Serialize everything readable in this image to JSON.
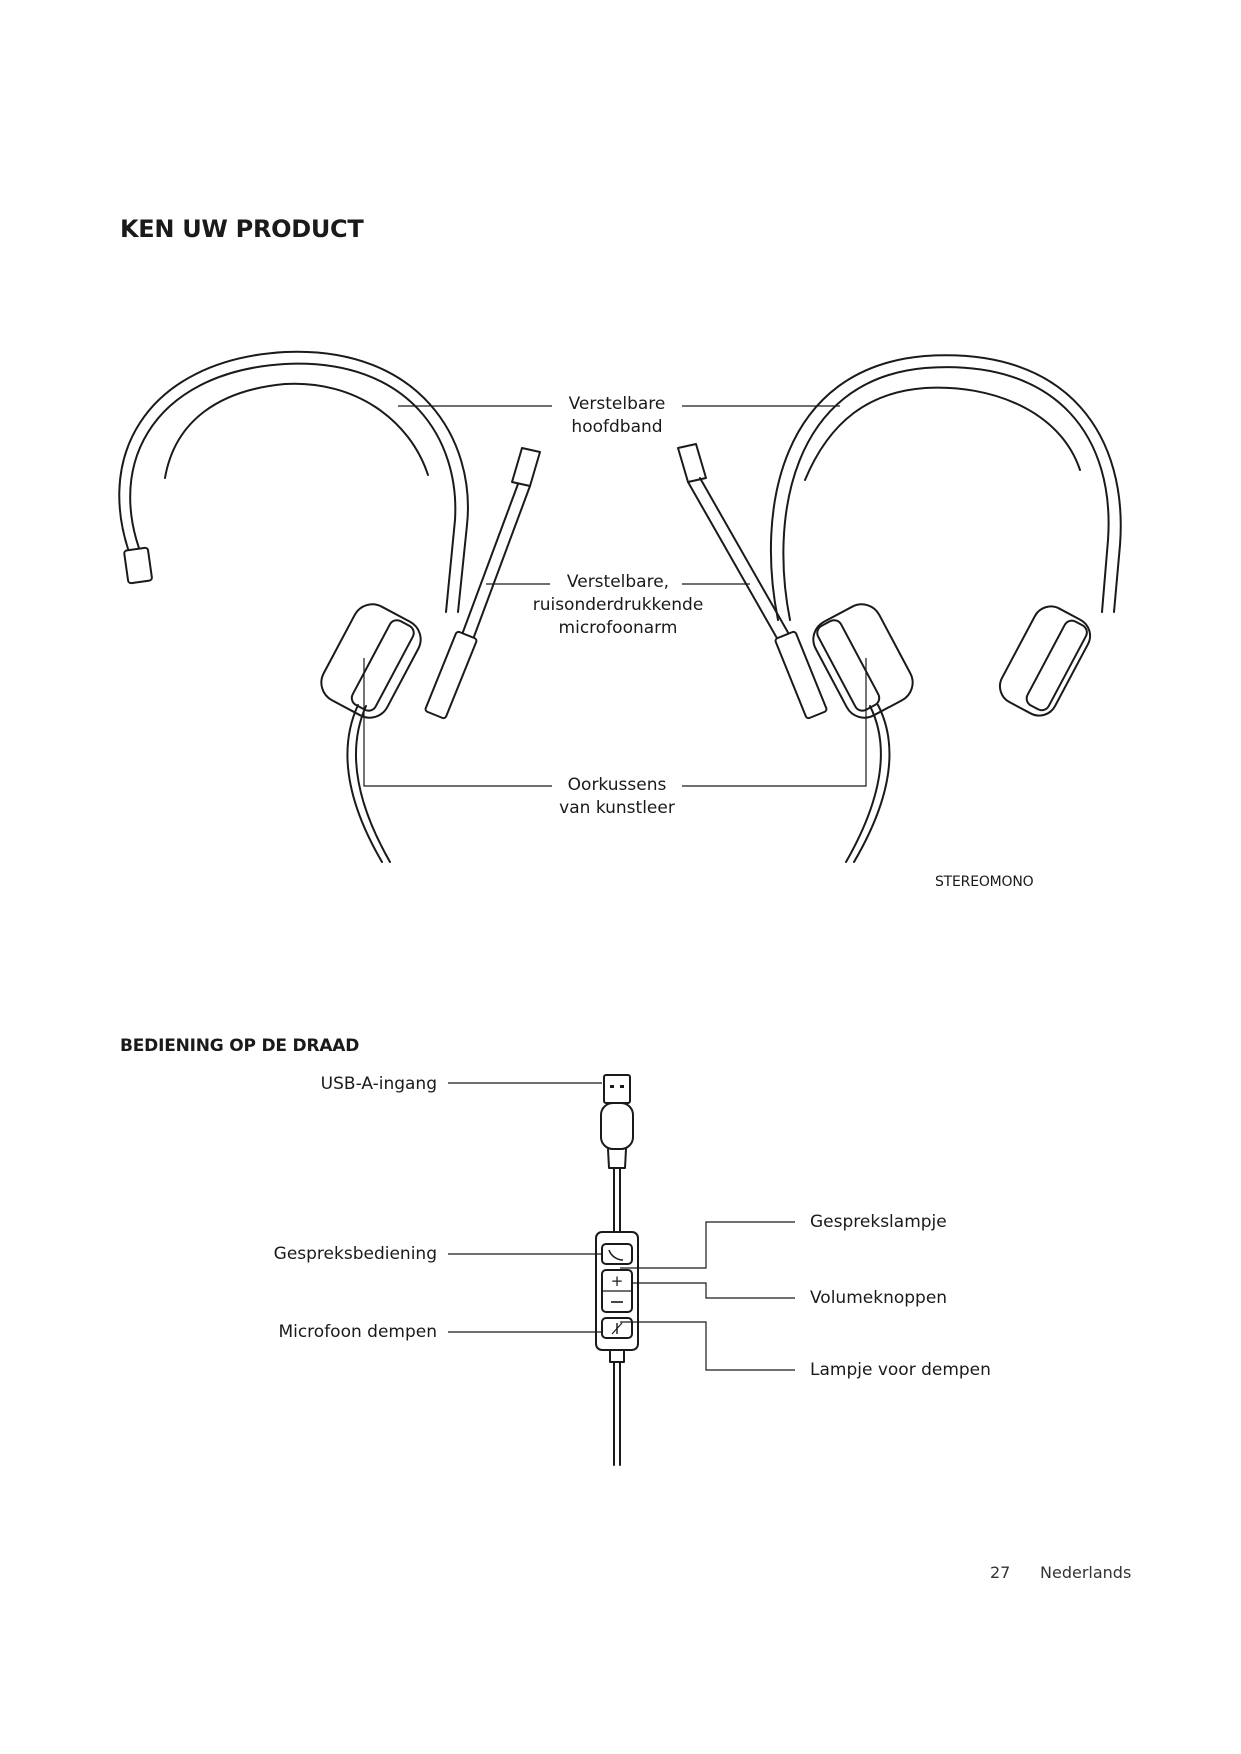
{
  "page": {
    "title": "KEN UW PRODUCT",
    "variants_label": "STEREOMONO",
    "page_number": "27",
    "language": "Nederlands"
  },
  "headset_labels": {
    "headband_line1": "Verstelbare",
    "headband_line2": "hoofdband",
    "mic_line1": "Verstelbare,",
    "mic_line2": "ruisonderdrukkende",
    "mic_line3": "microfoonarm",
    "cushion_line1": "Oorkussens",
    "cushion_line2": "van kunstleer"
  },
  "controls": {
    "title": "BEDIENING OP DE DRAAD",
    "usb": "USB-A-ingang",
    "call_control": "Gespreksbediening",
    "mute_mic": "Microfoon dempen",
    "call_light": "Gesprekslampje",
    "volume_buttons": "Volumeknoppen",
    "mute_light": "Lampje voor dempen"
  }
}
